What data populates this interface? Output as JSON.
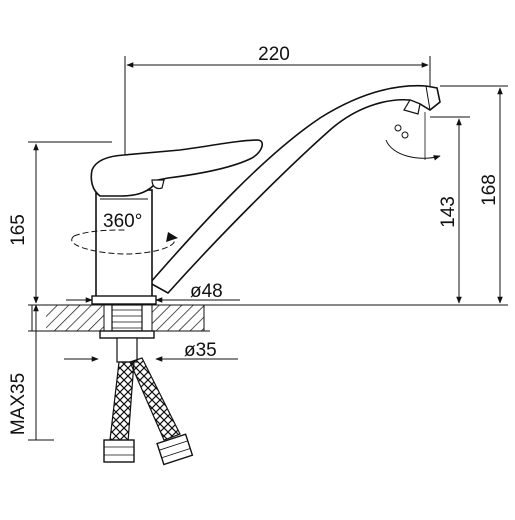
{
  "drawing": {
    "dimensions": {
      "width_top": "220",
      "left_height": "165",
      "spout_height": "143",
      "total_height": "168",
      "rotation": "360°",
      "base_diameter": "ø48",
      "shank_diameter": "ø35",
      "max_thickness": "MAX35"
    }
  }
}
